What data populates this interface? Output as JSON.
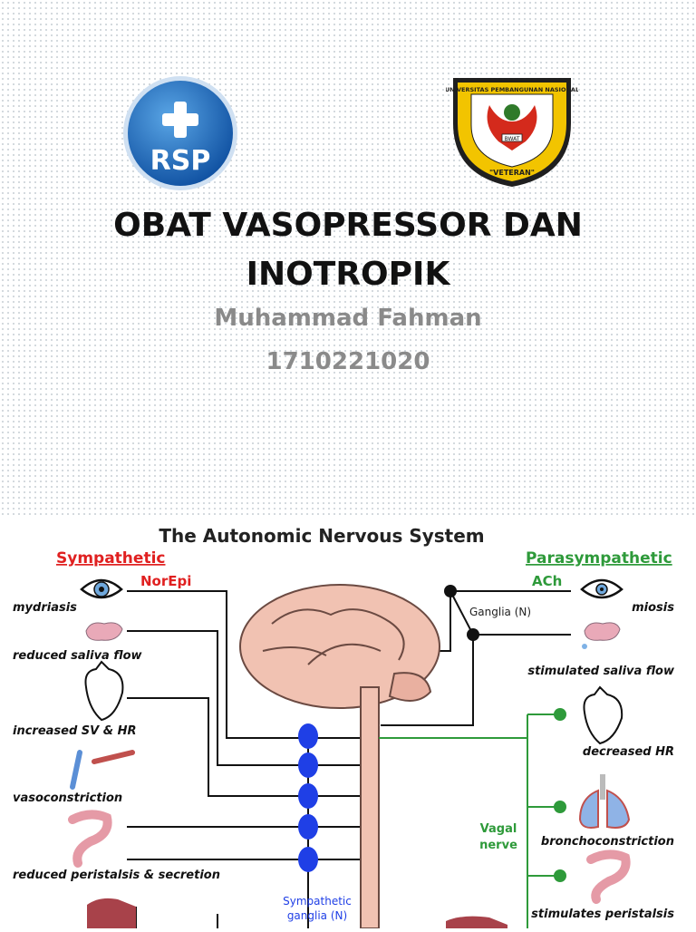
{
  "slide": {
    "title_line1": "OBAT VASOPRESSOR DAN",
    "title_line2": "INOTROPIK",
    "author": "Muhammad Fahman",
    "student_id": "1710221020",
    "left_logo_text": "RSP",
    "right_logo_text_top": "UNIVERSITAS PEMBANGUNAN NASIONAL",
    "right_logo_text_bottom": "\"VETERAN\"",
    "right_logo_center_text": "BWAT"
  },
  "diagram": {
    "title": "The Autonomic Nervous System",
    "sympathetic": "Sympathetic",
    "norepi": "NorEpi",
    "parasympathetic": "Parasympathetic",
    "ach": "ACh",
    "ganglia_n": "Ganglia (N)",
    "vagal_nerve_line1": "Vagal",
    "vagal_nerve_line2": "nerve",
    "sympathetic_ganglia_line1": "Sympathetic",
    "sympathetic_ganglia_line2": "ganglia (N)",
    "left_effects": [
      "mydriasis",
      "reduced saliva flow",
      "increased SV & HR",
      "vasoconstriction",
      "reduced peristalsis & secretion"
    ],
    "right_effects": [
      "miosis",
      "stimulated saliva flow",
      "decreased HR",
      "bronchoconstriction",
      "stimulates peristalsis"
    ],
    "colors": {
      "sympathetic": "#e02020",
      "parasympathetic": "#2e9a3a",
      "ganglia": "#1f3fe6",
      "vagal": "#2e9a3a"
    }
  }
}
